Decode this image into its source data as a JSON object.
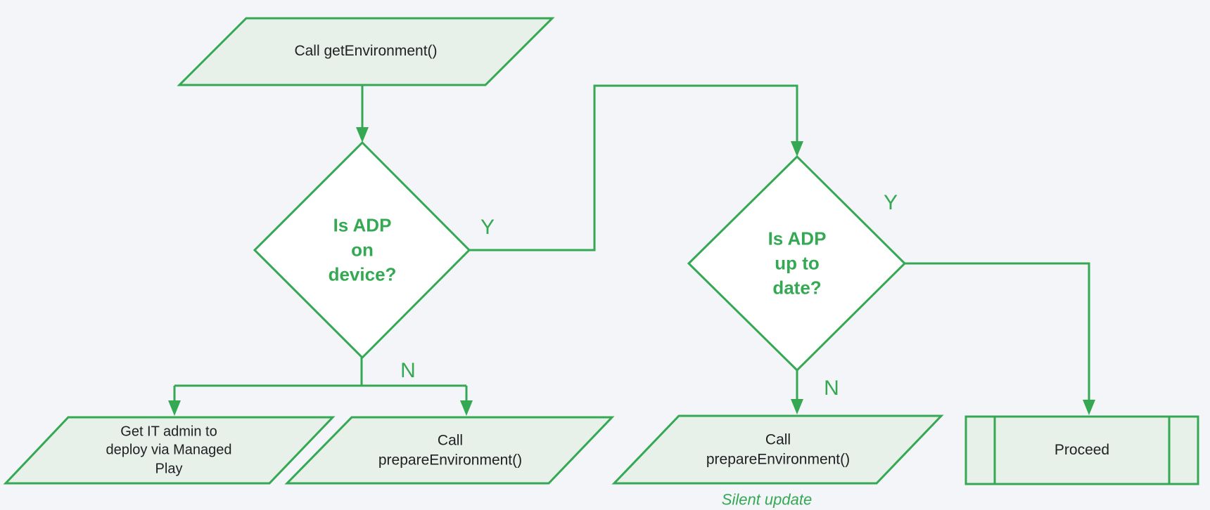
{
  "colors": {
    "line": "#34A853",
    "shape_fill": "#E7F0E9",
    "background": "#F4F5F8",
    "text_dark": "#202124"
  },
  "nodes": {
    "start": {
      "type": "input_output",
      "label": "Call getEnvironment()"
    },
    "decision_on_device": {
      "type": "decision",
      "label": "Is ADP\non\ndevice?"
    },
    "decision_up_to_date": {
      "type": "decision",
      "label": "Is ADP\nup to\ndate?"
    },
    "deploy_managed_play": {
      "type": "input_output",
      "label": "Get IT admin to\ndeploy via Managed\nPlay"
    },
    "prepare_environment_install": {
      "type": "input_output",
      "label": "Call\nprepareEnvironment()"
    },
    "prepare_environment_update": {
      "type": "input_output",
      "label": "Call\nprepareEnvironment()"
    },
    "proceed": {
      "type": "predefined_process",
      "label": "Proceed"
    }
  },
  "edge_labels": {
    "on_device_yes": "Y",
    "on_device_no": "N",
    "up_to_date_yes": "Y",
    "up_to_date_no": "N"
  },
  "annotations": {
    "silent_update": "Silent update"
  },
  "edges": [
    {
      "from": "start",
      "to": "decision_on_device",
      "label": ""
    },
    {
      "from": "decision_on_device",
      "to": "decision_up_to_date",
      "label": "Y"
    },
    {
      "from": "decision_on_device",
      "to": "deploy_managed_play",
      "label": "N"
    },
    {
      "from": "decision_on_device",
      "to": "prepare_environment_install",
      "label": "N"
    },
    {
      "from": "decision_up_to_date",
      "to": "proceed",
      "label": "Y"
    },
    {
      "from": "decision_up_to_date",
      "to": "prepare_environment_update",
      "label": "N"
    }
  ]
}
